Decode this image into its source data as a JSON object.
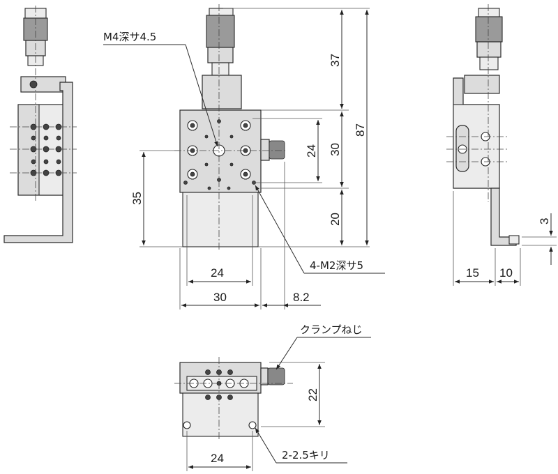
{
  "labels": {
    "tap_center": "M4深サ4.5",
    "tap_corners": "4-M2深サ5",
    "clamp_screw": "クランプねじ",
    "through_holes": "2-2.5キリ"
  },
  "dimensions": {
    "d37": "37",
    "d87": "87",
    "d30_v": "30",
    "d24_v": "24",
    "d20": "20",
    "d35": "35",
    "d24_h": "24",
    "d30_h": "30",
    "d8_2": "8.2",
    "d3": "3",
    "d15": "15",
    "d10": "10",
    "d22": "22",
    "d24_bottom": "24"
  }
}
